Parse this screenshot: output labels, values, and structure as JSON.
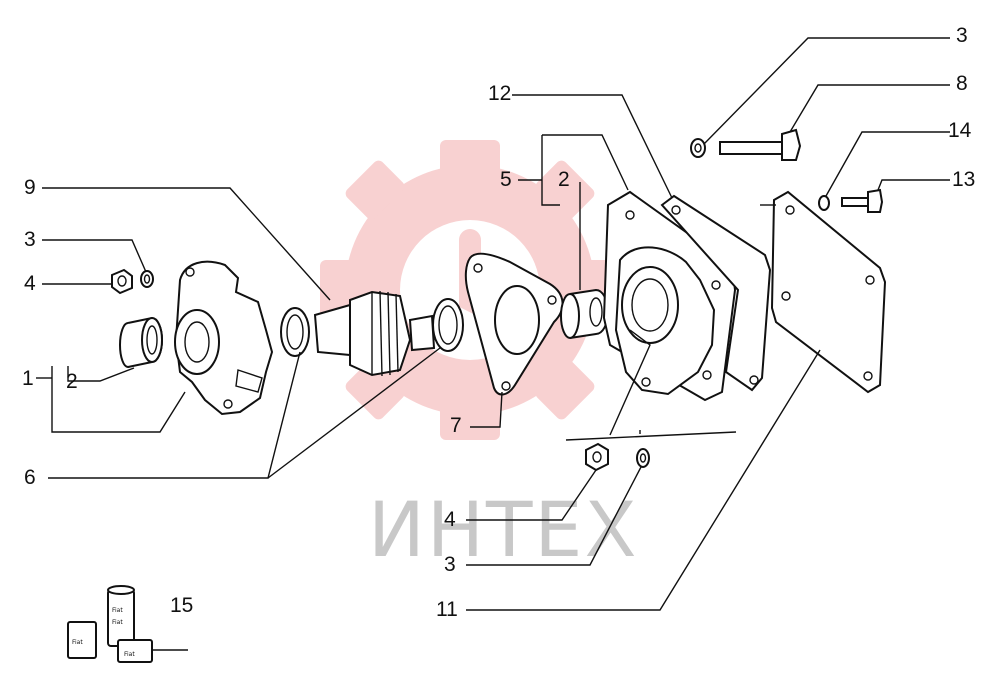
{
  "watermark": {
    "text": "ИНТЕХ",
    "gear_color": "#f7c9c9",
    "text_color": "#c8c8c8"
  },
  "callouts": [
    {
      "id": "c3a",
      "label": "3"
    },
    {
      "id": "c8",
      "label": "8"
    },
    {
      "id": "c12",
      "label": "12"
    },
    {
      "id": "c14",
      "label": "14"
    },
    {
      "id": "c13",
      "label": "13"
    },
    {
      "id": "c5",
      "label": "5"
    },
    {
      "id": "c2a",
      "label": "2"
    },
    {
      "id": "c9",
      "label": "9"
    },
    {
      "id": "c3b",
      "label": "3"
    },
    {
      "id": "c4a",
      "label": "4"
    },
    {
      "id": "c1",
      "label": "1"
    },
    {
      "id": "c2b",
      "label": "2"
    },
    {
      "id": "c7",
      "label": "7"
    },
    {
      "id": "c6",
      "label": "6"
    },
    {
      "id": "c4b",
      "label": "4"
    },
    {
      "id": "c3c",
      "label": "3"
    },
    {
      "id": "c11",
      "label": "11"
    },
    {
      "id": "c15",
      "label": "15"
    }
  ],
  "sealant_kit": {
    "can_labels": [
      "Fiat",
      "Fiat",
      "Fiat",
      "Fiat"
    ]
  }
}
